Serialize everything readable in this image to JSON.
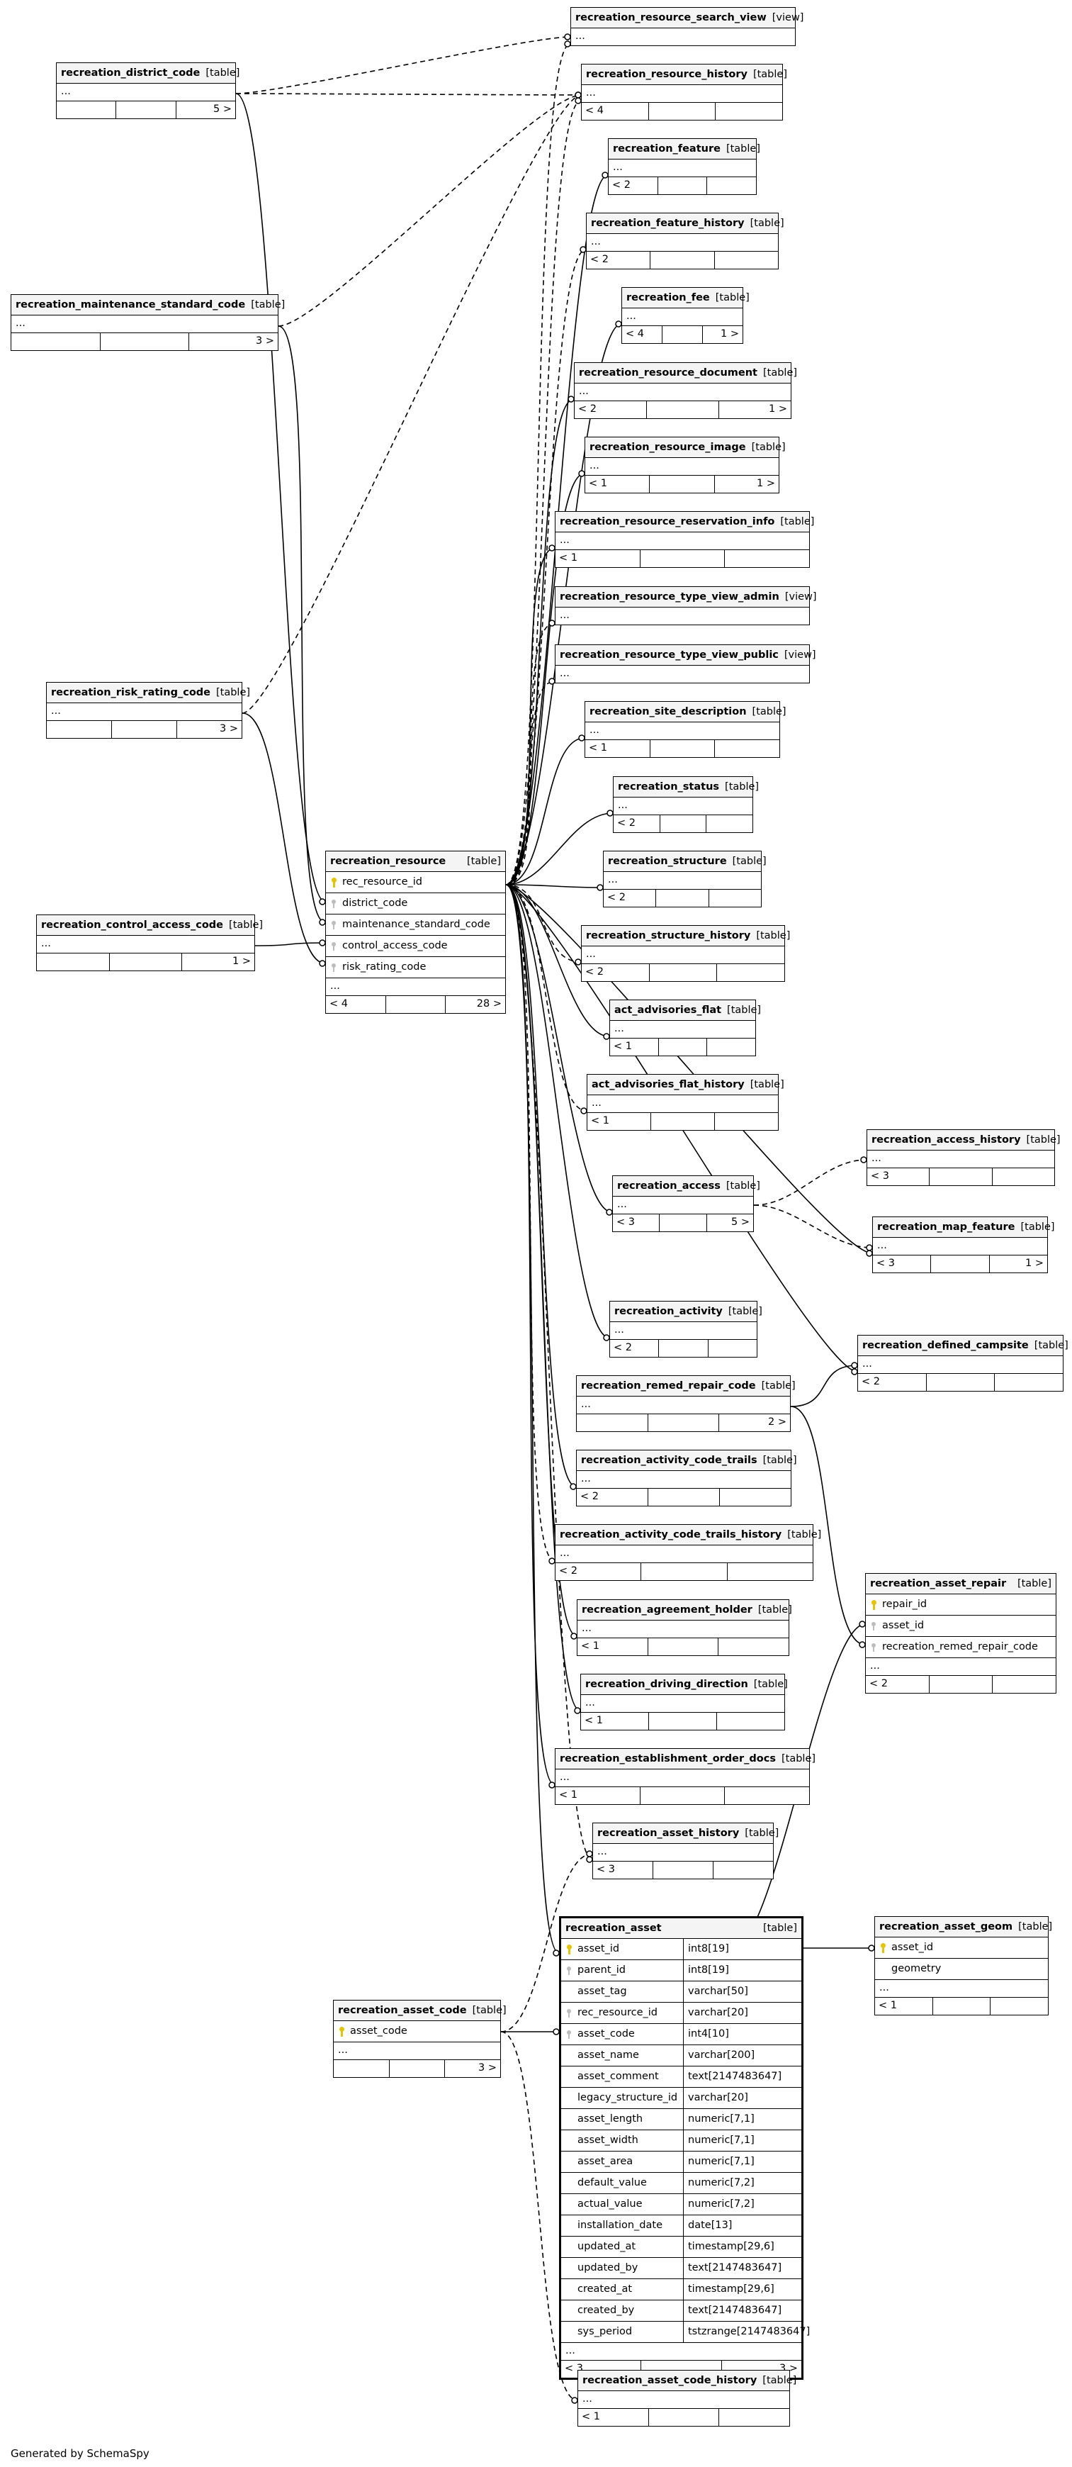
{
  "footer_text": "Generated by SchemaSpy",
  "tables": [
    {
      "id": "t_search_view",
      "name": "recreation_resource_search_view",
      "kind": "[view]",
      "footer": [
        "..."
      ]
    },
    {
      "id": "t_district",
      "name": "recreation_district_code",
      "kind": "[table]",
      "footer": [
        "",
        "",
        "5 >"
      ]
    },
    {
      "id": "t_res_history",
      "name": "recreation_resource_history",
      "kind": "[table]",
      "footer": [
        "< 4",
        "",
        ""
      ]
    },
    {
      "id": "t_feature",
      "name": "recreation_feature",
      "kind": "[table]",
      "footer": [
        "< 2",
        "",
        ""
      ]
    },
    {
      "id": "t_feature_history",
      "name": "recreation_feature_history",
      "kind": "[table]",
      "footer": [
        "< 2",
        "",
        ""
      ]
    },
    {
      "id": "t_fee",
      "name": "recreation_fee",
      "kind": "[table]",
      "footer": [
        "< 4",
        "",
        "1 >"
      ]
    },
    {
      "id": "t_maint",
      "name": "recreation_maintenance_standard_code",
      "kind": "[table]",
      "footer": [
        "",
        "",
        "3 >"
      ]
    },
    {
      "id": "t_document",
      "name": "recreation_resource_document",
      "kind": "[table]",
      "footer": [
        "< 2",
        "",
        "1 >"
      ]
    },
    {
      "id": "t_image",
      "name": "recreation_resource_image",
      "kind": "[table]",
      "footer": [
        "< 1",
        "",
        "1 >"
      ]
    },
    {
      "id": "t_reservation",
      "name": "recreation_resource_reservation_info",
      "kind": "[table]",
      "footer": [
        "< 1",
        "",
        ""
      ]
    },
    {
      "id": "t_type_admin",
      "name": "recreation_resource_type_view_admin",
      "kind": "[view]",
      "footer": [
        "..."
      ]
    },
    {
      "id": "t_type_public",
      "name": "recreation_resource_type_view_public",
      "kind": "[view]",
      "footer": [
        "..."
      ]
    },
    {
      "id": "t_risk",
      "name": "recreation_risk_rating_code",
      "kind": "[table]",
      "footer": [
        "",
        "",
        "3 >"
      ]
    },
    {
      "id": "t_site_desc",
      "name": "recreation_site_description",
      "kind": "[table]",
      "footer": [
        "< 1",
        "",
        ""
      ]
    },
    {
      "id": "t_status",
      "name": "recreation_status",
      "kind": "[table]",
      "footer": [
        "< 2",
        "",
        ""
      ]
    },
    {
      "id": "t_resource",
      "name": "recreation_resource",
      "kind": "[table]",
      "footer": [
        "< 4",
        "",
        "28 >"
      ],
      "columns": [
        {
          "name": "rec_resource_id",
          "key": "pk"
        },
        {
          "name": "district_code",
          "key": "fk"
        },
        {
          "name": "maintenance_standard_code",
          "key": "fk"
        },
        {
          "name": "control_access_code",
          "key": "fk"
        },
        {
          "name": "risk_rating_code",
          "key": "fk"
        }
      ]
    },
    {
      "id": "t_structure",
      "name": "recreation_structure",
      "kind": "[table]",
      "footer": [
        "< 2",
        "",
        ""
      ]
    },
    {
      "id": "t_control",
      "name": "recreation_control_access_code",
      "kind": "[table]",
      "footer": [
        "",
        "",
        "1 >"
      ]
    },
    {
      "id": "t_structure_history",
      "name": "recreation_structure_history",
      "kind": "[table]",
      "footer": [
        "< 2",
        "",
        ""
      ]
    },
    {
      "id": "t_adv_flat",
      "name": "act_advisories_flat",
      "kind": "[table]",
      "footer": [
        "< 1",
        "",
        ""
      ]
    },
    {
      "id": "t_adv_flat_hist",
      "name": "act_advisories_flat_history",
      "kind": "[table]",
      "footer": [
        "< 1",
        "",
        ""
      ]
    },
    {
      "id": "t_access_history",
      "name": "recreation_access_history",
      "kind": "[table]",
      "footer": [
        "< 3",
        "",
        ""
      ]
    },
    {
      "id": "t_access",
      "name": "recreation_access",
      "kind": "[table]",
      "footer": [
        "< 3",
        "",
        "5 >"
      ]
    },
    {
      "id": "t_map_feature",
      "name": "recreation_map_feature",
      "kind": "[table]",
      "footer": [
        "< 3",
        "",
        "1 >"
      ]
    },
    {
      "id": "t_activity",
      "name": "recreation_activity",
      "kind": "[table]",
      "footer": [
        "< 2",
        "",
        ""
      ]
    },
    {
      "id": "t_campsite",
      "name": "recreation_defined_campsite",
      "kind": "[table]",
      "footer": [
        "< 2",
        "",
        ""
      ]
    },
    {
      "id": "t_remed",
      "name": "recreation_remed_repair_code",
      "kind": "[table]",
      "footer": [
        "",
        "",
        "2 >"
      ]
    },
    {
      "id": "t_trails",
      "name": "recreation_activity_code_trails",
      "kind": "[table]",
      "footer": [
        "< 2",
        "",
        ""
      ]
    },
    {
      "id": "t_trails_hist",
      "name": "recreation_activity_code_trails_history",
      "kind": "[table]",
      "footer": [
        "< 2",
        "",
        ""
      ]
    },
    {
      "id": "t_asset_repair",
      "name": "recreation_asset_repair",
      "kind": "[table]",
      "footer": [
        "< 2",
        "",
        ""
      ],
      "columns": [
        {
          "name": "repair_id",
          "key": "pk"
        },
        {
          "name": "asset_id",
          "key": "fk"
        },
        {
          "name": "recreation_remed_repair_code",
          "key": "fk"
        }
      ]
    },
    {
      "id": "t_agreement",
      "name": "recreation_agreement_holder",
      "kind": "[table]",
      "footer": [
        "< 1",
        "",
        ""
      ]
    },
    {
      "id": "t_driving",
      "name": "recreation_driving_direction",
      "kind": "[table]",
      "footer": [
        "< 1",
        "",
        ""
      ]
    },
    {
      "id": "t_est_docs",
      "name": "recreation_establishment_order_docs",
      "kind": "[table]",
      "footer": [
        "< 1",
        "",
        ""
      ]
    },
    {
      "id": "t_asset_history",
      "name": "recreation_asset_history",
      "kind": "[table]",
      "footer": [
        "< 3",
        "",
        ""
      ]
    },
    {
      "id": "t_asset",
      "name": "recreation_asset",
      "kind": "[table]",
      "footer": [
        "< 3",
        "",
        "3 >"
      ],
      "columns": [
        {
          "name": "asset_id",
          "type": "int8[19]",
          "key": "pk"
        },
        {
          "name": "parent_id",
          "type": "int8[19]",
          "key": "fk"
        },
        {
          "name": "asset_tag",
          "type": "varchar[50]",
          "key": ""
        },
        {
          "name": "rec_resource_id",
          "type": "varchar[20]",
          "key": "fk"
        },
        {
          "name": "asset_code",
          "type": "int4[10]",
          "key": "fk"
        },
        {
          "name": "asset_name",
          "type": "varchar[200]",
          "key": ""
        },
        {
          "name": "asset_comment",
          "type": "text[2147483647]",
          "key": ""
        },
        {
          "name": "legacy_structure_id",
          "type": "varchar[20]",
          "key": ""
        },
        {
          "name": "asset_length",
          "type": "numeric[7,1]",
          "key": ""
        },
        {
          "name": "asset_width",
          "type": "numeric[7,1]",
          "key": ""
        },
        {
          "name": "asset_area",
          "type": "numeric[7,1]",
          "key": ""
        },
        {
          "name": "default_value",
          "type": "numeric[7,2]",
          "key": ""
        },
        {
          "name": "actual_value",
          "type": "numeric[7,2]",
          "key": ""
        },
        {
          "name": "installation_date",
          "type": "date[13]",
          "key": ""
        },
        {
          "name": "updated_at",
          "type": "timestamp[29,6]",
          "key": ""
        },
        {
          "name": "updated_by",
          "type": "text[2147483647]",
          "key": ""
        },
        {
          "name": "created_at",
          "type": "timestamp[29,6]",
          "key": ""
        },
        {
          "name": "created_by",
          "type": "text[2147483647]",
          "key": ""
        },
        {
          "name": "sys_period",
          "type": "tstzrange[2147483647]",
          "key": ""
        }
      ]
    },
    {
      "id": "t_asset_geom",
      "name": "recreation_asset_geom",
      "kind": "[table]",
      "footer": [
        "< 1",
        "",
        ""
      ],
      "columns": [
        {
          "name": "asset_id",
          "key": "pk"
        },
        {
          "name": "geometry",
          "key": ""
        }
      ]
    },
    {
      "id": "t_asset_code",
      "name": "recreation_asset_code",
      "kind": "[table]",
      "footer": [
        "",
        "",
        "3 >"
      ],
      "columns": [
        {
          "name": "asset_code",
          "key": "pk"
        }
      ]
    },
    {
      "id": "t_asset_code_hist",
      "name": "recreation_asset_code_history",
      "kind": "[table]",
      "footer": [
        "< 1",
        "",
        ""
      ]
    }
  ]
}
